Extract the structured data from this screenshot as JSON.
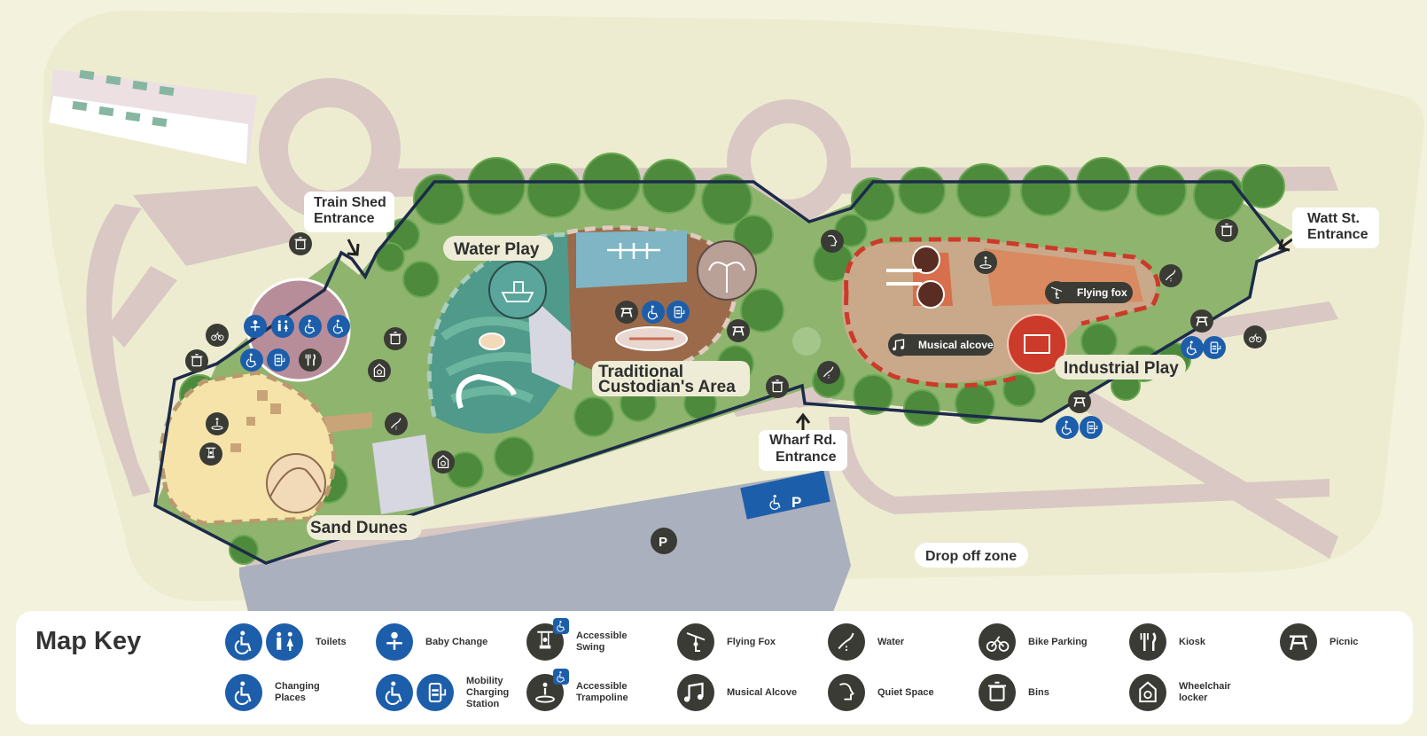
{
  "map": {
    "areas": {
      "water_play": "Water Play",
      "traditional_line1": "Traditional",
      "traditional_line2": "Custodian's Area",
      "industrial_play": "Industrial Play",
      "sand_dunes": "Sand Dunes",
      "drop_off": "Drop off zone",
      "flying_fox": "Flying fox",
      "musical_alcove": "Musical alcove"
    },
    "entrances": {
      "train_shed": [
        "Train Shed",
        "Entrance"
      ],
      "watt_st": [
        "Watt St.",
        "Entrance"
      ],
      "wharf_rd": [
        "Wharf Rd.",
        "Entrance"
      ]
    },
    "parking_letter": "P"
  },
  "key": {
    "title": "Map Key",
    "items": [
      {
        "id": "toilets",
        "label": "Toilets",
        "icons": [
          "wheelchair-icon",
          "toilets-icon"
        ],
        "style": "blue"
      },
      {
        "id": "baby-change",
        "label": "Baby Change",
        "icons": [
          "baby-change-icon"
        ],
        "style": "blue"
      },
      {
        "id": "accessible-swing",
        "label": "Accessible Swing",
        "icons": [
          "swing-icon"
        ],
        "style": "dark"
      },
      {
        "id": "flying-fox",
        "label": "Flying Fox",
        "icons": [
          "flying-fox-icon"
        ],
        "style": "dark"
      },
      {
        "id": "water",
        "label": "Water",
        "icons": [
          "water-icon"
        ],
        "style": "dark"
      },
      {
        "id": "bike-parking",
        "label": "Bike Parking",
        "icons": [
          "bike-parking-icon"
        ],
        "style": "dark"
      },
      {
        "id": "kiosk",
        "label": "Kiosk",
        "icons": [
          "kiosk-icon"
        ],
        "style": "dark"
      },
      {
        "id": "picnic",
        "label": "Picnic",
        "icons": [
          "picnic-icon"
        ],
        "style": "dark"
      },
      {
        "id": "changing-places",
        "label": "Changing Places",
        "icons": [
          "changing-places-icon"
        ],
        "style": "blue"
      },
      {
        "id": "mobility-charging",
        "label": "Mobility Charging Station",
        "icons": [
          "wheelchair-icon",
          "battery-icon"
        ],
        "style": "blue"
      },
      {
        "id": "accessible-trampoline",
        "label": "Accessible Trampoline",
        "icons": [
          "trampoline-icon"
        ],
        "style": "dark"
      },
      {
        "id": "musical-alcove",
        "label": "Musical Alcove",
        "icons": [
          "music-icon"
        ],
        "style": "dark"
      },
      {
        "id": "quiet-space",
        "label": "Quiet Space",
        "icons": [
          "quiet-icon"
        ],
        "style": "dark"
      },
      {
        "id": "bins",
        "label": "Bins",
        "icons": [
          "bin-icon"
        ],
        "style": "dark"
      },
      {
        "id": "wheelchair-locker",
        "label": "Wheelchair locker",
        "icons": [
          "locker-icon"
        ],
        "style": "dark"
      }
    ]
  },
  "colors": {
    "background": "#f3f2dd",
    "path": "#d9c8c4",
    "grass": "#8fb46e",
    "tree": "#4d8a3c",
    "boundary": "#1c2b4a",
    "accessible_blue": "#1d5eab",
    "icon_dark": "#3a3b35",
    "parking": "#a9afbd",
    "industrial": "#d76f4c",
    "accent_red": "#cc3a2a"
  }
}
